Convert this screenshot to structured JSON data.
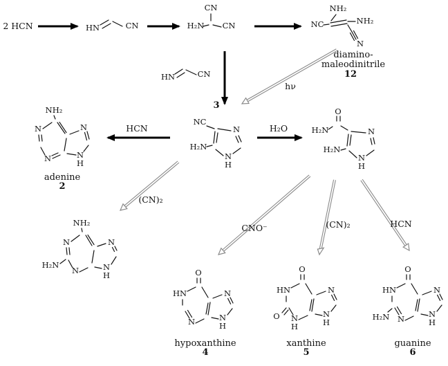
{
  "figure": {
    "type": "reaction-scheme",
    "description": "Prebiotic synthesis of purine nucleobases from HCN",
    "background": "#ffffff",
    "bond_color": "#111111",
    "hollow_arrow_color": "#8a8a8a"
  },
  "reagents": {
    "start": "2 HCN",
    "photon": "hν",
    "hcn_to_adenine": "HCN",
    "water": "H₂O",
    "cyanogen_a": "(CN)₂",
    "cyanate": "CNO⁻",
    "cyanogen_b": "(CN)₂",
    "hcn_to_guanine": "HCN"
  },
  "atoms": {
    "HN": "HN",
    "CN": "CN",
    "NC": "NC",
    "N": "N",
    "H": "H",
    "NH2": "NH₂",
    "H2N": "H₂N",
    "O": "O"
  },
  "compounds": {
    "damn": {
      "line1": "diamino-",
      "line2": "maleodinitrile",
      "num": "12"
    },
    "aicn": {
      "num": "3"
    },
    "adenine": {
      "name": "adenine",
      "num": "2"
    },
    "hypoxanthine": {
      "name": "hypoxanthine",
      "num": "4"
    },
    "xanthine": {
      "name": "xanthine",
      "num": "5"
    },
    "guanine": {
      "name": "guanine",
      "num": "6"
    }
  }
}
